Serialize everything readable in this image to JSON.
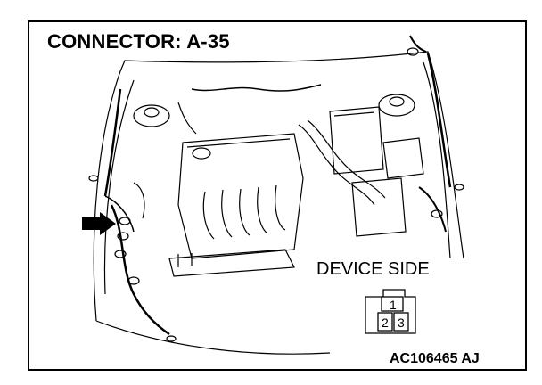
{
  "title": "CONNECTOR: A-35",
  "device_side": "DEVICE SIDE",
  "figure_code": "AC106465 AJ",
  "connector": {
    "pins": [
      "1",
      "2",
      "3"
    ]
  }
}
